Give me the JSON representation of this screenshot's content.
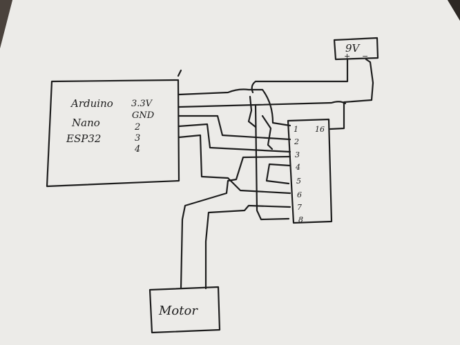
{
  "colors": {
    "paper": "#eeeeec",
    "ink": "#1c1c1c",
    "background": "#3a3430"
  },
  "controller": {
    "labels": [
      "Arduino",
      "Nano",
      "ESP32"
    ],
    "pins": [
      "3.3V",
      "GND",
      "2",
      "3",
      "4"
    ]
  },
  "battery": {
    "label": "9V",
    "plus": "+",
    "minus": "−"
  },
  "chip": {
    "pins_left": [
      "1",
      "2",
      "3",
      "4",
      "5",
      "6",
      "7",
      "8"
    ],
    "pin_right": "16"
  },
  "motor": {
    "label": "Motor"
  }
}
